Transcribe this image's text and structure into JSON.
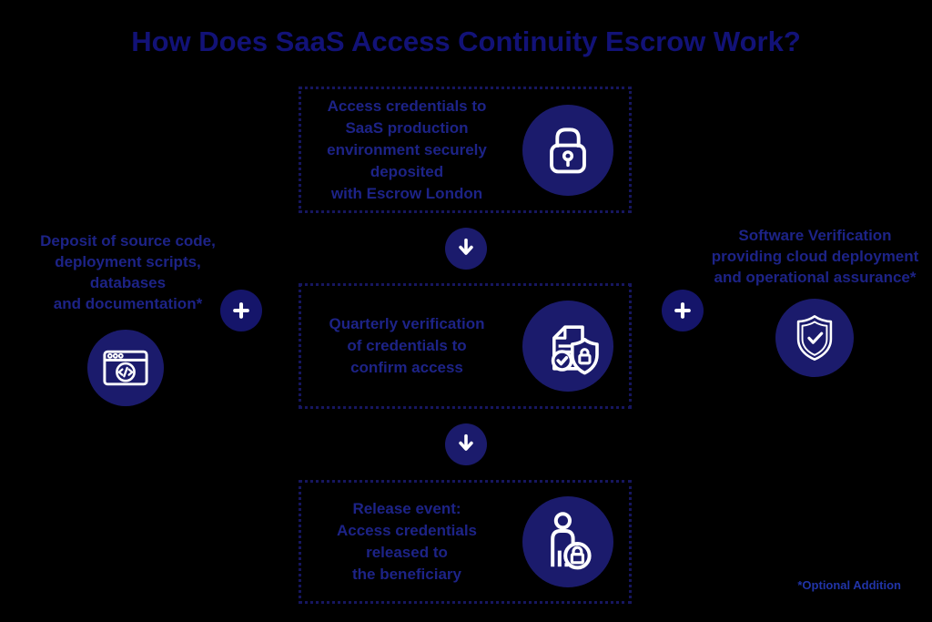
{
  "page": {
    "title": "How Does SaaS Access Continuity Escrow Work?",
    "footnote": "*Optional Addition"
  },
  "palette": {
    "background": "#000000",
    "title_text": "#121277",
    "body_text": "#1d2387",
    "footnote_text": "#2134a8",
    "circle_fill": "#1b1b6c",
    "plus_circle_fill": "#15156a",
    "dotted_border": "#16165f",
    "icon_stroke": "#ffffff"
  },
  "flow": {
    "steps": [
      {
        "text": "Access credentials to\nSaaS production\nenvironment securely\ndeposited\nwith Escrow London",
        "icon": "padlock-icon"
      },
      {
        "text": "Quarterly verification\nof credentials to\nconfirm access",
        "icon": "document-shield-check-icon"
      },
      {
        "text": "Release event:\nAccess credentials\nreleased to\nthe beneficiary",
        "icon": "person-padlock-icon"
      }
    ],
    "connector_icon": "down-arrow-icon"
  },
  "left_addon": {
    "text": "Deposit of source code,\ndeployment scripts,\ndatabases\nand documentation*",
    "icon": "code-window-icon",
    "join_icon": "plus-icon"
  },
  "right_addon": {
    "text": "Software Verification\nproviding cloud deployment\nand operational assurance*",
    "icon": "shield-check-icon",
    "join_icon": "plus-icon"
  }
}
